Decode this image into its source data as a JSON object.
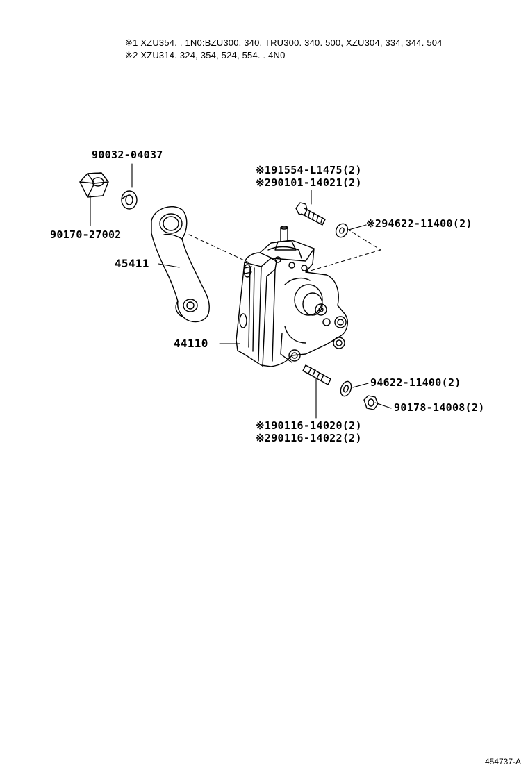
{
  "notes": [
    "※1 XZU354. . 1N0:BZU300. 340, TRU300. 340. 500, XZU304, 334, 344. 504",
    "※2 XZU314. 324, 354, 524, 554. . 4N0"
  ],
  "parts": {
    "washer_top": "90032-04037",
    "nut_top": "90170-27002",
    "pitman_arm": "45411",
    "gear_box": "44110",
    "bolt_a": "※191554-L1475(2)",
    "bolt_b": "※290101-14021(2)",
    "washer_right": "※294622-11400(2)",
    "washer_lower": "94622-11400(2)",
    "nut_lower": "90178-14008(2)",
    "stud_a": "※190116-14020(2)",
    "stud_b": "※290116-14022(2)"
  },
  "figure_ref": "454737-A"
}
